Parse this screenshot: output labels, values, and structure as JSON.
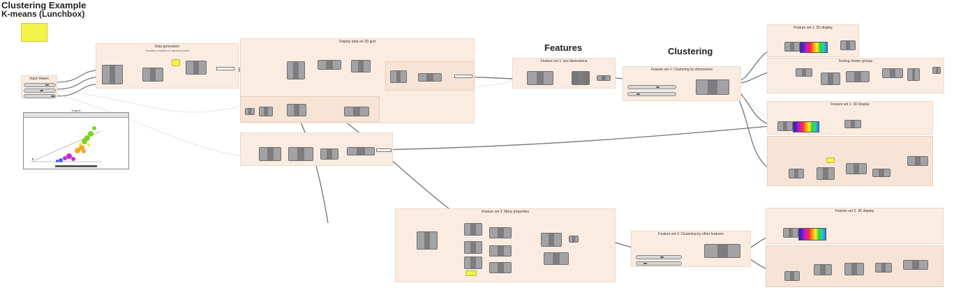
{
  "title": "Clustering Example",
  "subtitle": "K-means (Lunchbox)",
  "note_text": "",
  "headings": {
    "features": "Features",
    "clustering": "Clustering"
  },
  "groups": {
    "input_values": "Input Values",
    "data_generation": "Data generation",
    "data_generation_sub": "Creates a number of random points",
    "display_data": "Display data on 2D grid",
    "features_1": "Feature set 1: two dimensions",
    "features_2": "Feature set 2: Many properties",
    "clustering_1": "Feature set 1: Clustering by dimensions",
    "clustering_2": "Feature set 2: Clustering by other features",
    "display_1_3d": "Feature set 1: 3D display",
    "sorting": "Sorting cluster groups",
    "display_1_2d": "Feature set 1: 2D display",
    "display_2_3d": "Feature set 2: 3D display"
  },
  "plot": {
    "title": "Graphs",
    "accent_colors": [
      "#7ed321",
      "#f5a623",
      "#c72cd1",
      "#3b63ff",
      "#e8f01b",
      "#ff5a5a"
    ]
  },
  "colors": {
    "canvas": "#ffffff",
    "group": "#fbece2",
    "component": "#a3a3a6",
    "wire": "#555555",
    "note": "#f4f34a"
  }
}
